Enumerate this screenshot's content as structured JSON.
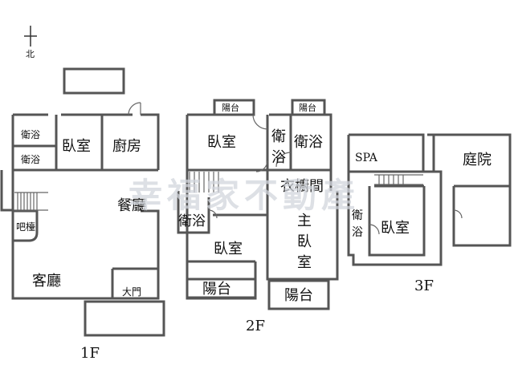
{
  "compass": {
    "north_label": "北"
  },
  "watermark": {
    "text": "幸福家不動產"
  },
  "floors": {
    "f1": {
      "label": "1F",
      "rooms": {
        "bath_a": "衛浴",
        "bath_b": "衛浴",
        "bedroom": "臥室",
        "kitchen": "廚房",
        "dining": "餐廳",
        "bar": "吧檯",
        "living": "客廳",
        "entrance": "大門"
      }
    },
    "f2": {
      "label": "2F",
      "rooms": {
        "balcony_top_a": "陽台",
        "balcony_top_b": "陽台",
        "bedroom_a": "臥室",
        "bath_mid_1": "衛",
        "bath_mid_2": "浴",
        "bath_right": "衛浴",
        "closet": "衣櫥間",
        "bath_small": "衛浴",
        "bedroom_b": "臥室",
        "master_1": "主",
        "master_2": "臥",
        "master_3": "室",
        "balcony_bot_a": "陽台",
        "balcony_bot_b": "陽台"
      }
    },
    "f3": {
      "label": "3F",
      "rooms": {
        "spa": "SPA",
        "garden": "庭院",
        "bath_1": "衛",
        "bath_2": "浴",
        "bedroom": "臥室"
      }
    }
  }
}
